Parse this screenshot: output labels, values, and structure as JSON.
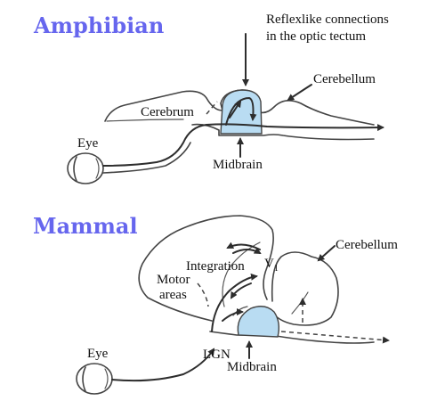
{
  "colors": {
    "heading": "#6666ee",
    "midbrain_fill": "#b9dcf2",
    "outline": "#444444"
  },
  "amphibian": {
    "heading": "Amphibian",
    "labels": {
      "reflex_line1": "Reflexlike connections",
      "reflex_line2": "in the optic tectum",
      "cerebellum": "Cerebellum",
      "cerebrum": "Cerebrum",
      "eye": "Eye",
      "midbrain": "Midbrain"
    }
  },
  "mammal": {
    "heading": "Mammal",
    "labels": {
      "cerebellum": "Cerebellum",
      "integration": "Integration",
      "v1": "V",
      "v1_sub": "1",
      "motor_line1": "Motor",
      "motor_line2": "areas",
      "eye": "Eye",
      "lgn": "LGN",
      "midbrain": "Midbrain"
    }
  }
}
